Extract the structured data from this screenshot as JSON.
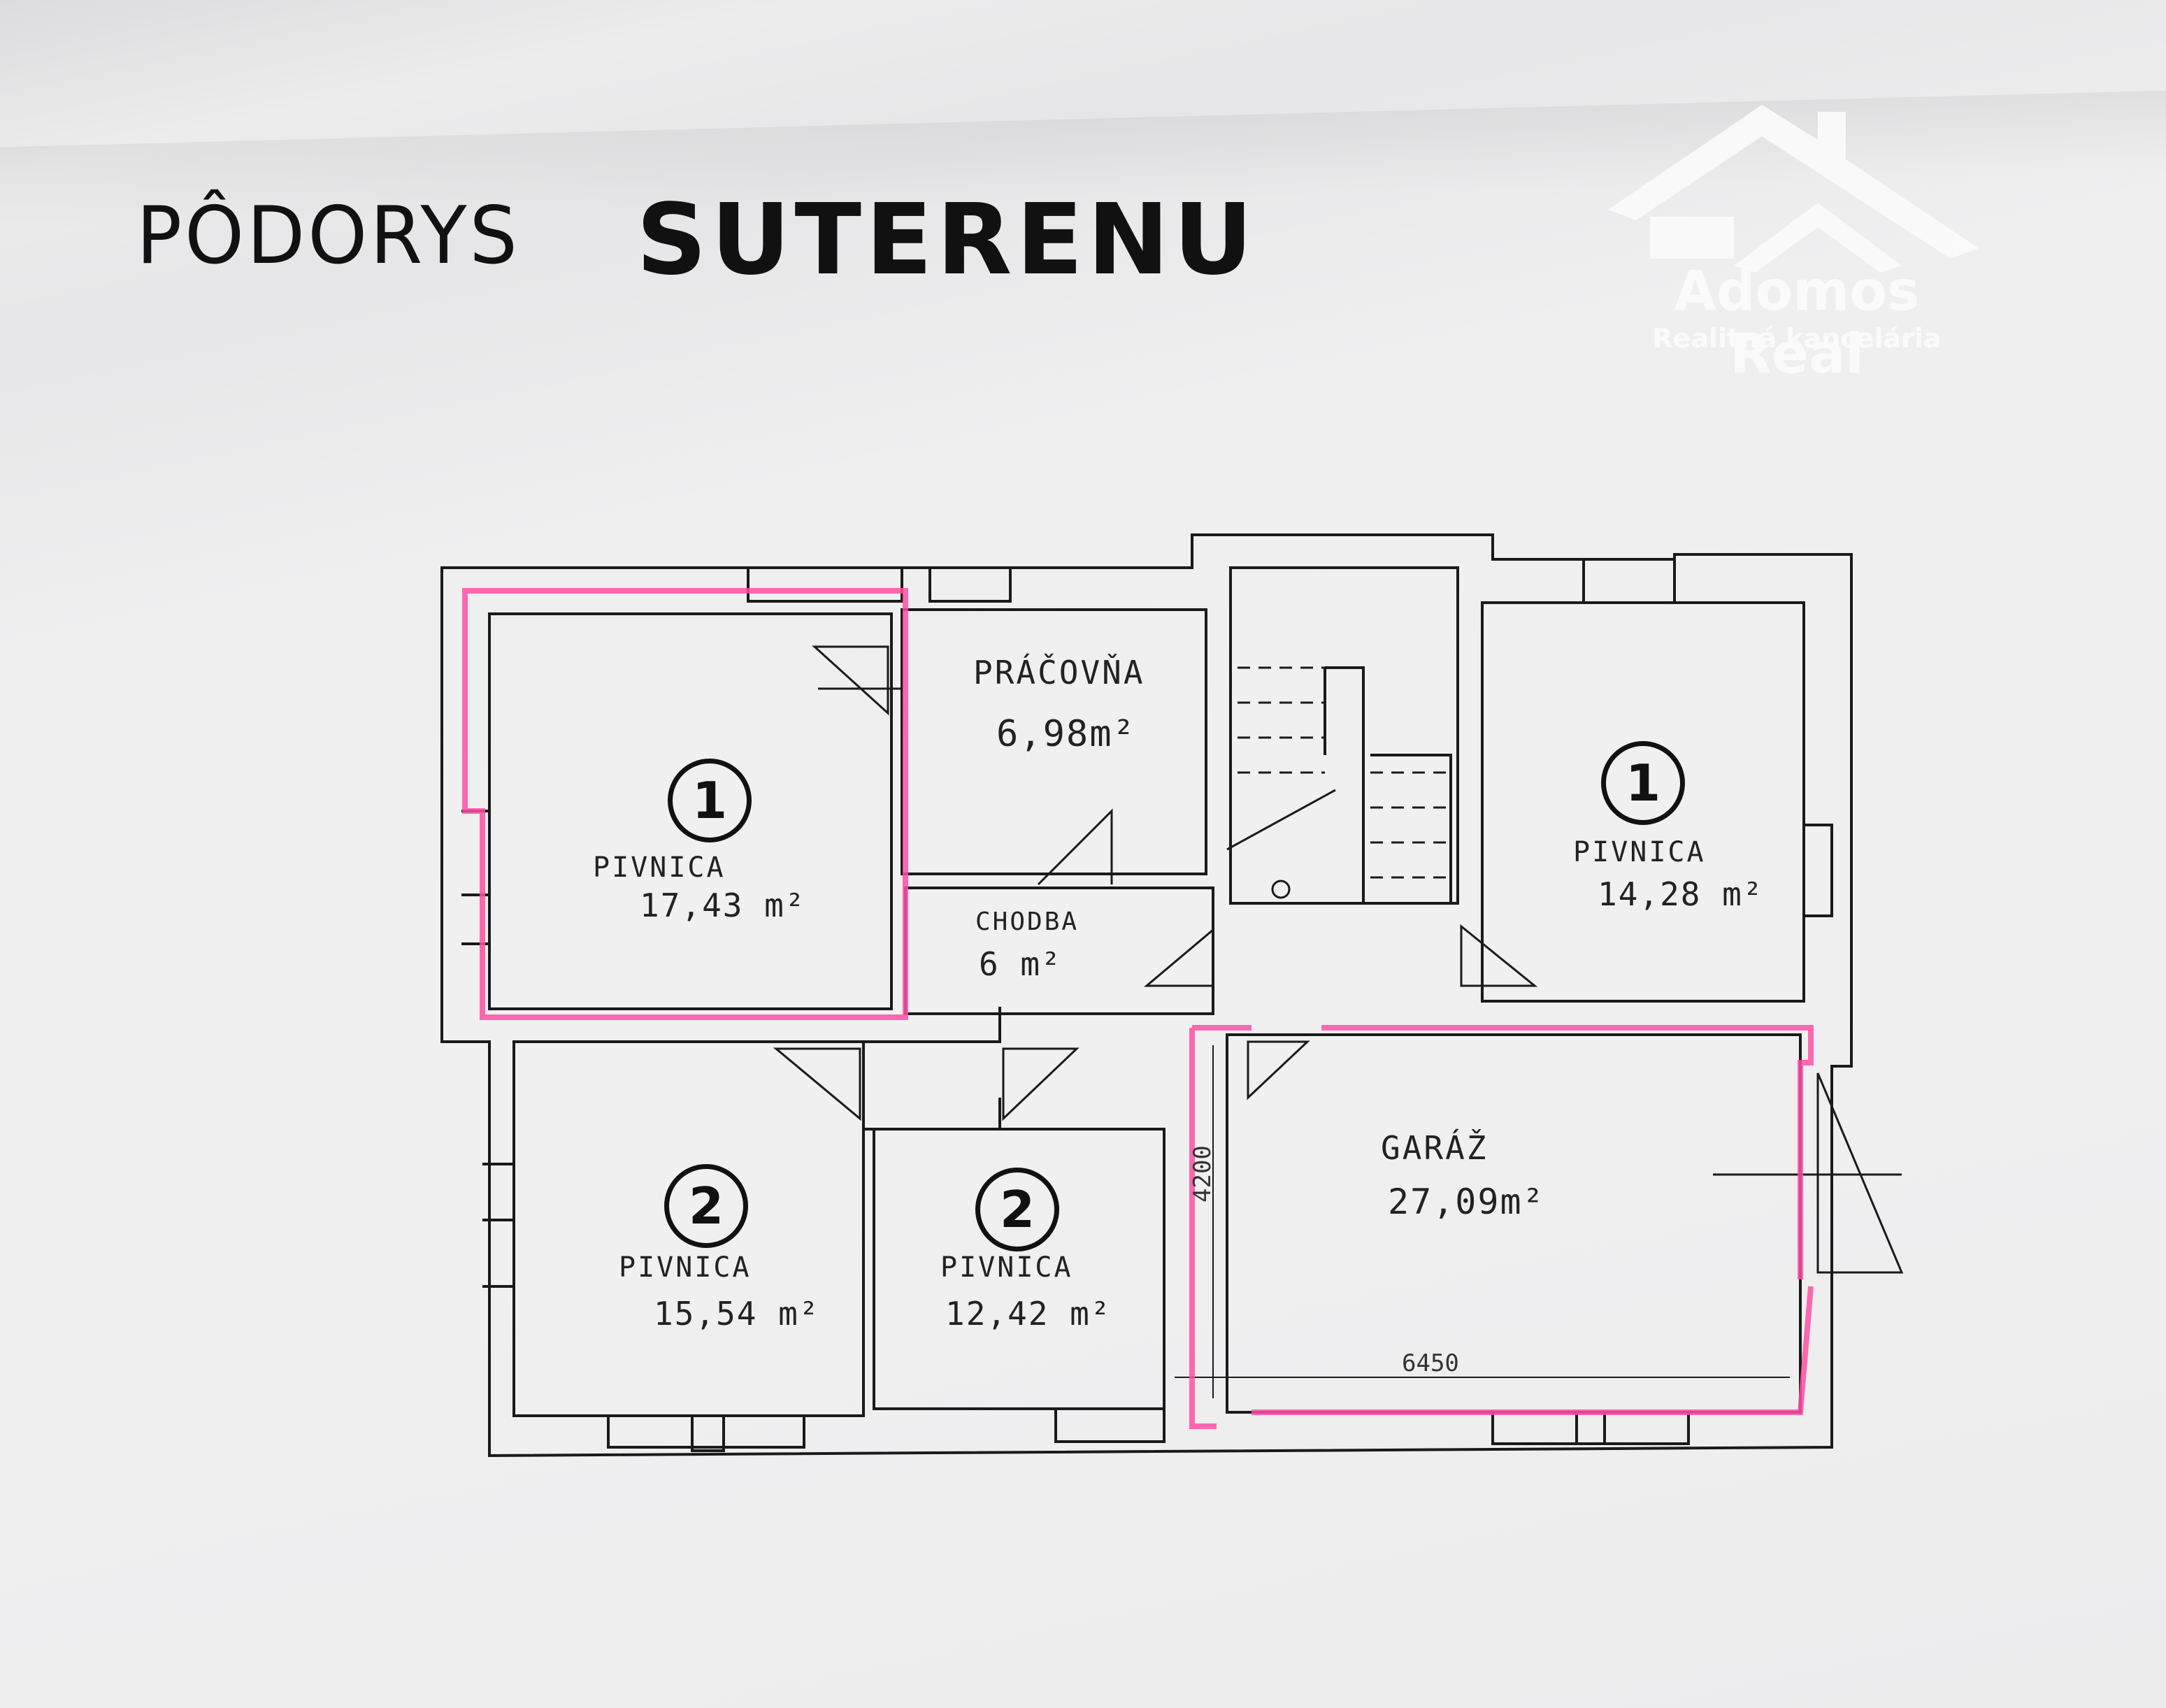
{
  "title": {
    "prefix": "PÔDORYS",
    "main": "SUTERENU"
  },
  "watermark": {
    "name": "Adomos Real",
    "subtitle": "Realitná kancelária"
  },
  "rooms": [
    {
      "id": "pivnica-1-left",
      "number": "1",
      "name": "PIVNICA",
      "area": "17,43 m²"
    },
    {
      "id": "pracovna",
      "number": "",
      "name": "PRÁČOVŇA",
      "area": "6,98m²"
    },
    {
      "id": "pivnica-1-right",
      "number": "1",
      "name": "PIVNICA",
      "area": "14,28 m²"
    },
    {
      "id": "chodba",
      "number": "",
      "name": "CHODBA",
      "area": "6 m²"
    },
    {
      "id": "pivnica-2-left",
      "number": "2",
      "name": "PIVNICA",
      "area": "15,54 m²"
    },
    {
      "id": "pivnica-2-mid",
      "number": "2",
      "name": "PIVNICA",
      "area": "12,42 m²"
    },
    {
      "id": "garaz",
      "number": "",
      "name": "GARÁŽ",
      "area": "27,09m²"
    }
  ],
  "dimensions": {
    "garage_depth": "4200",
    "garage_width": "6450"
  },
  "colors": {
    "wall": "#1a1a1a",
    "highlight": "#ff4fa3",
    "paper": "#eeeeef"
  }
}
